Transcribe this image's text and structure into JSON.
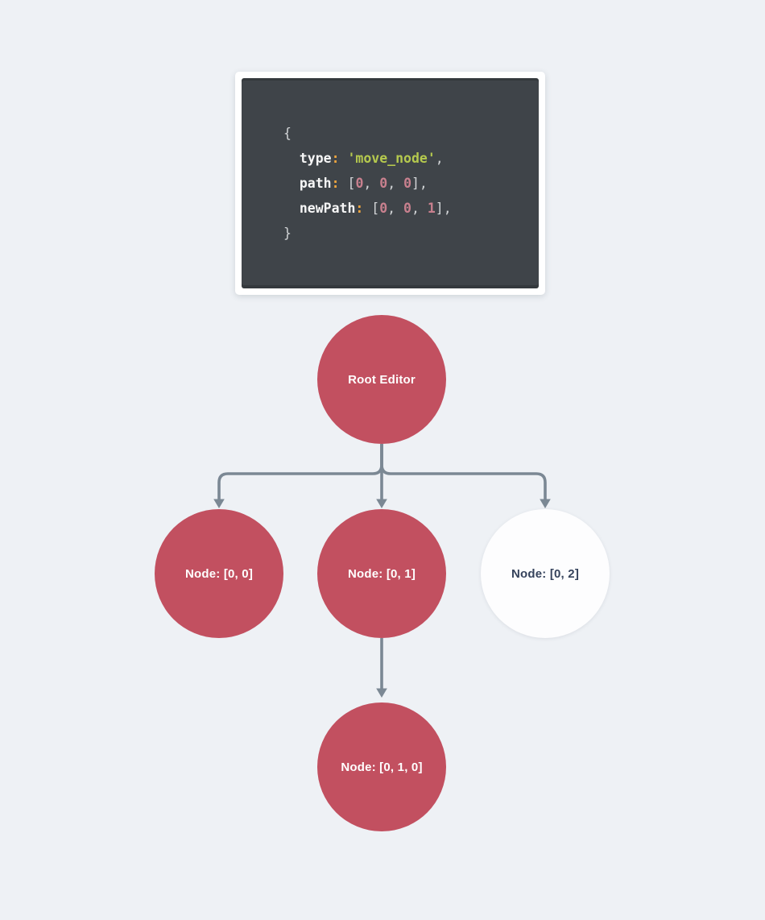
{
  "page": {
    "background_color": "#eef1f5"
  },
  "code_card": {
    "panel_bg_color": "#3f4449",
    "card_bg_color": "#ffffff",
    "syntax_colors": {
      "key": "#f7f7f7",
      "colon": "#eda53f",
      "string": "#b5c94e",
      "number": "#c8808e",
      "punctuation": "#d2d5d7"
    },
    "lines": [
      {
        "tokens": [
          {
            "t": "{",
            "c": "punc"
          }
        ]
      },
      {
        "tokens": [
          {
            "t": "  ",
            "c": "punc"
          },
          {
            "t": "type",
            "c": "key"
          },
          {
            "t": ":",
            "c": "colon"
          },
          {
            "t": " ",
            "c": "punc"
          },
          {
            "t": "'move_node'",
            "c": "string"
          },
          {
            "t": ",",
            "c": "punc"
          }
        ]
      },
      {
        "tokens": [
          {
            "t": "  ",
            "c": "punc"
          },
          {
            "t": "path",
            "c": "key"
          },
          {
            "t": ":",
            "c": "colon"
          },
          {
            "t": " [",
            "c": "punc"
          },
          {
            "t": "0",
            "c": "number"
          },
          {
            "t": ", ",
            "c": "punc"
          },
          {
            "t": "0",
            "c": "number"
          },
          {
            "t": ", ",
            "c": "punc"
          },
          {
            "t": "0",
            "c": "number"
          },
          {
            "t": "],",
            "c": "punc"
          }
        ]
      },
      {
        "tokens": [
          {
            "t": "  ",
            "c": "punc"
          },
          {
            "t": "newPath",
            "c": "key"
          },
          {
            "t": ":",
            "c": "colon"
          },
          {
            "t": " [",
            "c": "punc"
          },
          {
            "t": "0",
            "c": "number"
          },
          {
            "t": ", ",
            "c": "punc"
          },
          {
            "t": "0",
            "c": "number"
          },
          {
            "t": ", ",
            "c": "punc"
          },
          {
            "t": "1",
            "c": "number"
          },
          {
            "t": "],",
            "c": "punc"
          }
        ]
      },
      {
        "tokens": [
          {
            "t": "}",
            "c": "punc"
          }
        ]
      }
    ]
  },
  "tree": {
    "node_fill_color": "#c25060",
    "node_outline_color": "#fdfdfe",
    "node_text_color_filled": "#ffffff",
    "node_text_color_outline": "#36435c",
    "edge_color": "#7b8894",
    "nodes": [
      {
        "id": "root",
        "label": "Root Editor",
        "variant": "filled"
      },
      {
        "id": "node-0-0",
        "label": "Node: [0, 0]",
        "variant": "filled"
      },
      {
        "id": "node-0-1",
        "label": "Node: [0, 1]",
        "variant": "filled"
      },
      {
        "id": "node-0-2",
        "label": "Node: [0, 2]",
        "variant": "outline"
      },
      {
        "id": "node-0-1-0",
        "label": "Node: [0, 1, 0]",
        "variant": "filled"
      }
    ]
  }
}
